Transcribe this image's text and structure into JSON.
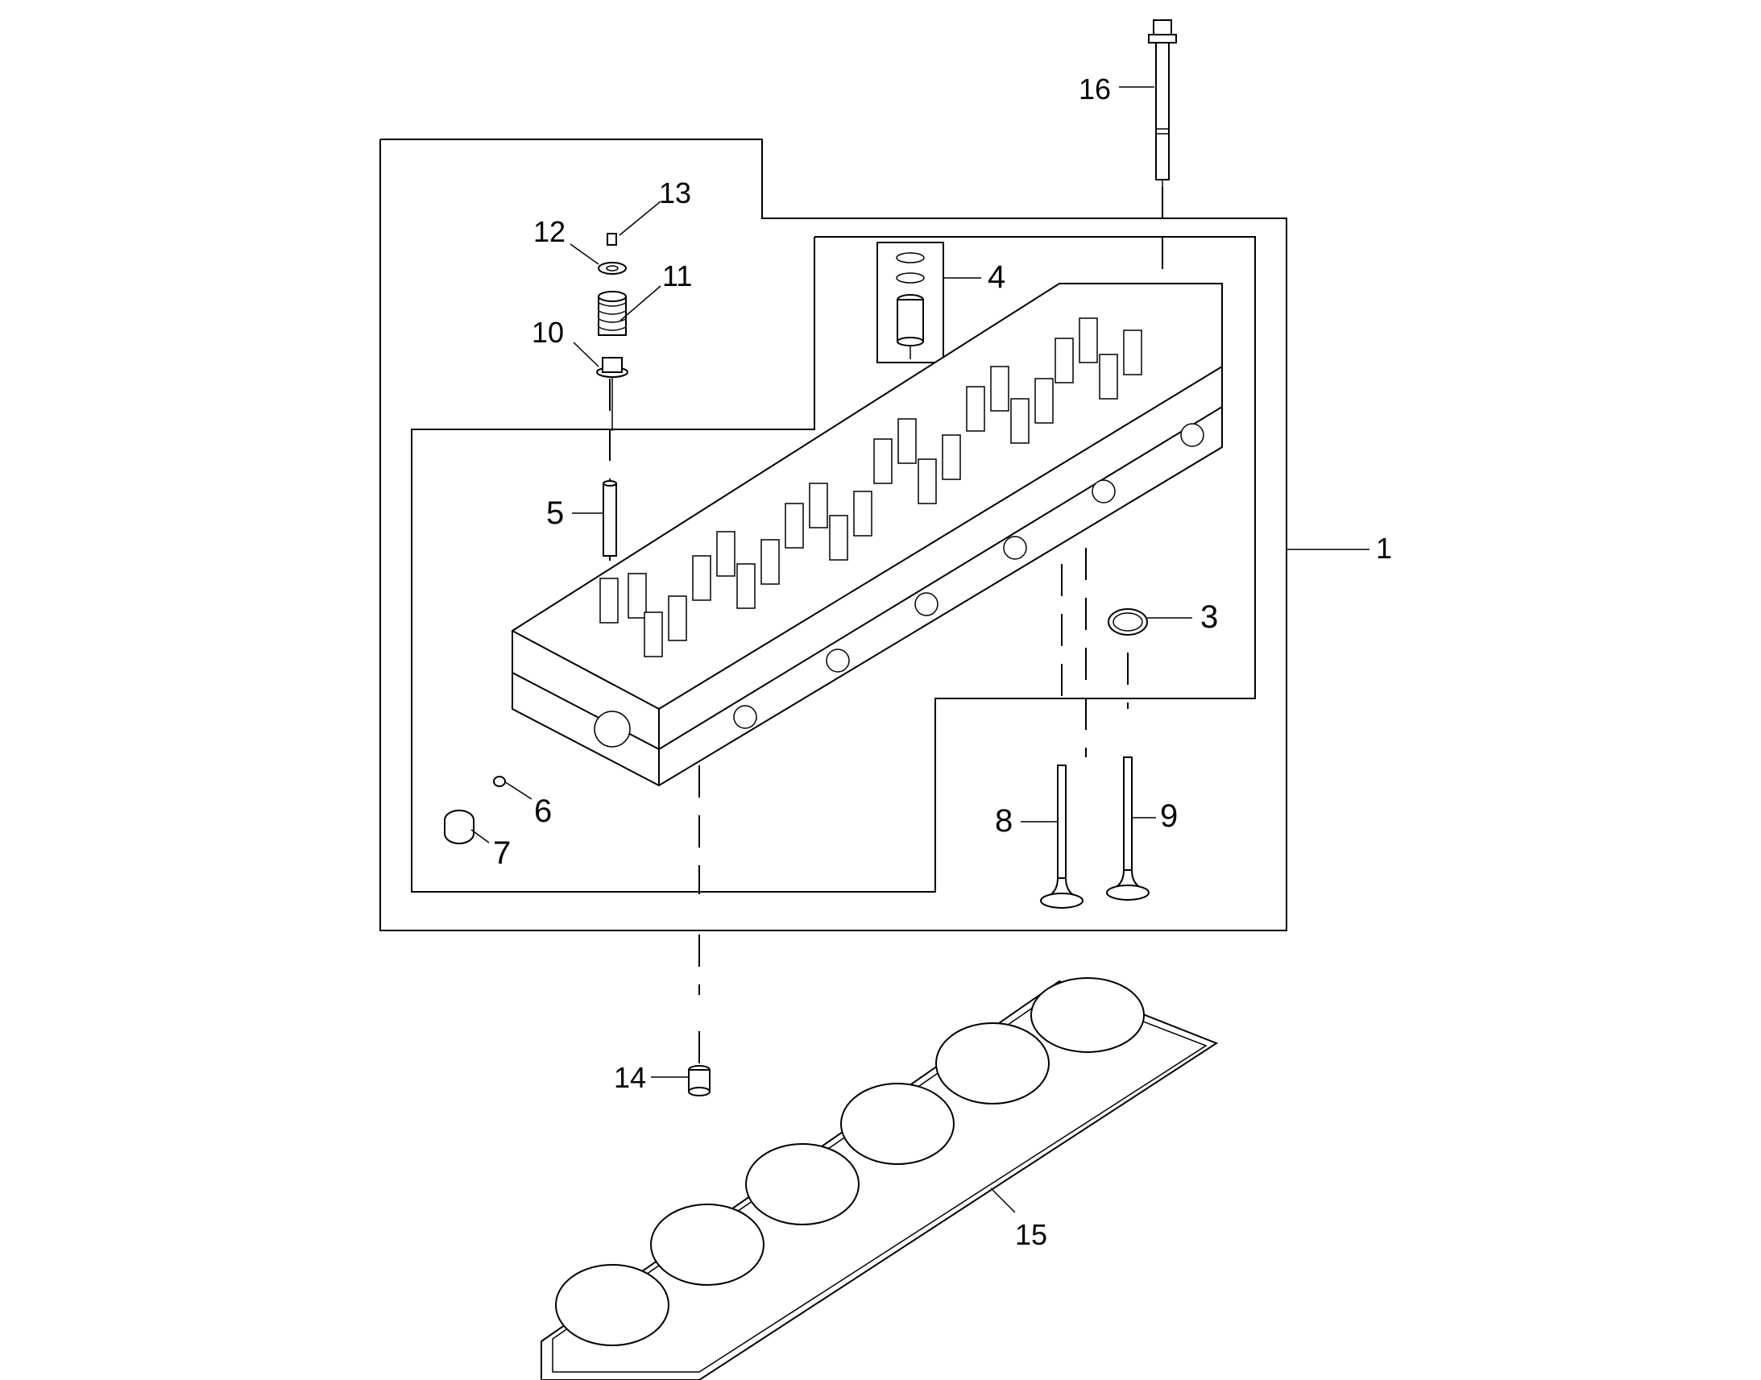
{
  "diagram": {
    "callouts": [
      {
        "id": "1",
        "label": "1"
      },
      {
        "id": "3",
        "label": "3"
      },
      {
        "id": "4",
        "label": "4"
      },
      {
        "id": "5",
        "label": "5"
      },
      {
        "id": "6",
        "label": "6"
      },
      {
        "id": "7",
        "label": "7"
      },
      {
        "id": "8",
        "label": "8"
      },
      {
        "id": "9",
        "label": "9"
      },
      {
        "id": "10",
        "label": "10"
      },
      {
        "id": "11",
        "label": "11"
      },
      {
        "id": "12",
        "label": "12"
      },
      {
        "id": "13",
        "label": "13"
      },
      {
        "id": "14",
        "label": "14"
      },
      {
        "id": "15",
        "label": "15"
      },
      {
        "id": "16",
        "label": "16"
      }
    ]
  }
}
